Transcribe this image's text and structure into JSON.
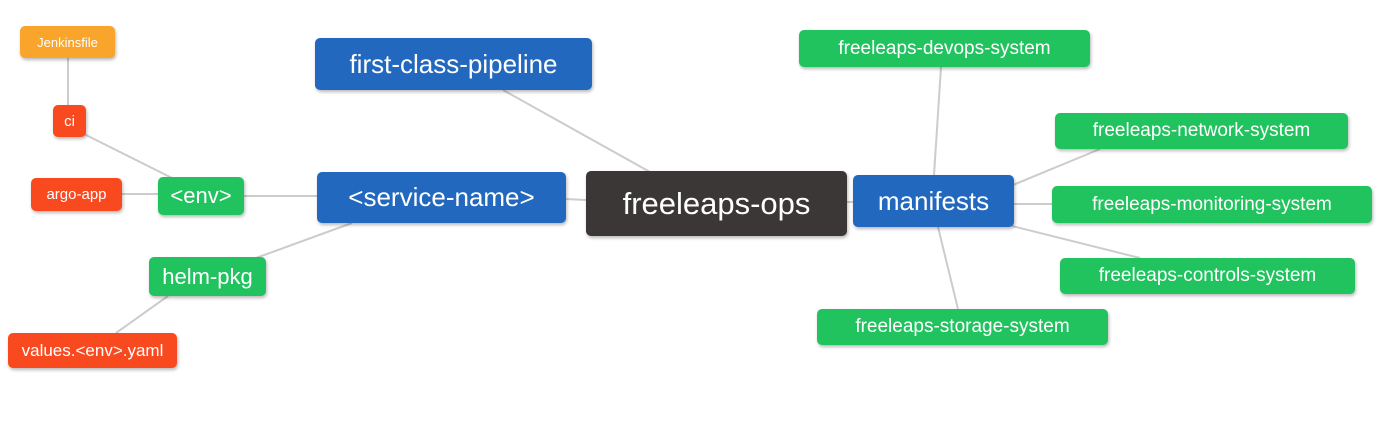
{
  "diagram": {
    "type": "mindmap",
    "root": "freeleaps-ops",
    "colors": {
      "blue": "#2168be",
      "green": "#21c35f",
      "orange": "#f9a42a",
      "red": "#f8491f",
      "dark": "#3b3737",
      "connector": "#cccccc",
      "background": "#ffffff",
      "node_text": "#ffffff"
    },
    "nodes": {
      "jenkinsfile": {
        "label": "Jenkinsfile"
      },
      "ci": {
        "label": "ci"
      },
      "argo_app": {
        "label": "argo-app"
      },
      "env": {
        "label": "<env>"
      },
      "helm_pkg": {
        "label": "helm-pkg"
      },
      "values_env_yaml": {
        "label": "values.<env>.yaml"
      },
      "first_class_pipeline": {
        "label": "first-class-pipeline"
      },
      "service_name": {
        "label": "<service-name>"
      },
      "freeleaps_ops": {
        "label": "freeleaps-ops"
      },
      "manifests": {
        "label": "manifests"
      },
      "devops_system": {
        "label": "freeleaps-devops-system"
      },
      "network_system": {
        "label": "freeleaps-network-system"
      },
      "monitoring_system": {
        "label": "freeleaps-monitoring-system"
      },
      "controls_system": {
        "label": "freeleaps-controls-system"
      },
      "storage_system": {
        "label": "freeleaps-storage-system"
      }
    },
    "connections": [
      [
        "jenkinsfile",
        "ci"
      ],
      [
        "ci",
        "env"
      ],
      [
        "argo_app",
        "env"
      ],
      [
        "env",
        "service_name"
      ],
      [
        "helm_pkg",
        "service_name"
      ],
      [
        "values_env_yaml",
        "helm_pkg"
      ],
      [
        "first_class_pipeline",
        "freeleaps_ops"
      ],
      [
        "service_name",
        "freeleaps_ops"
      ],
      [
        "freeleaps_ops",
        "manifests"
      ],
      [
        "manifests",
        "devops_system"
      ],
      [
        "manifests",
        "network_system"
      ],
      [
        "manifests",
        "monitoring_system"
      ],
      [
        "manifests",
        "controls_system"
      ],
      [
        "manifests",
        "storage_system"
      ]
    ]
  }
}
